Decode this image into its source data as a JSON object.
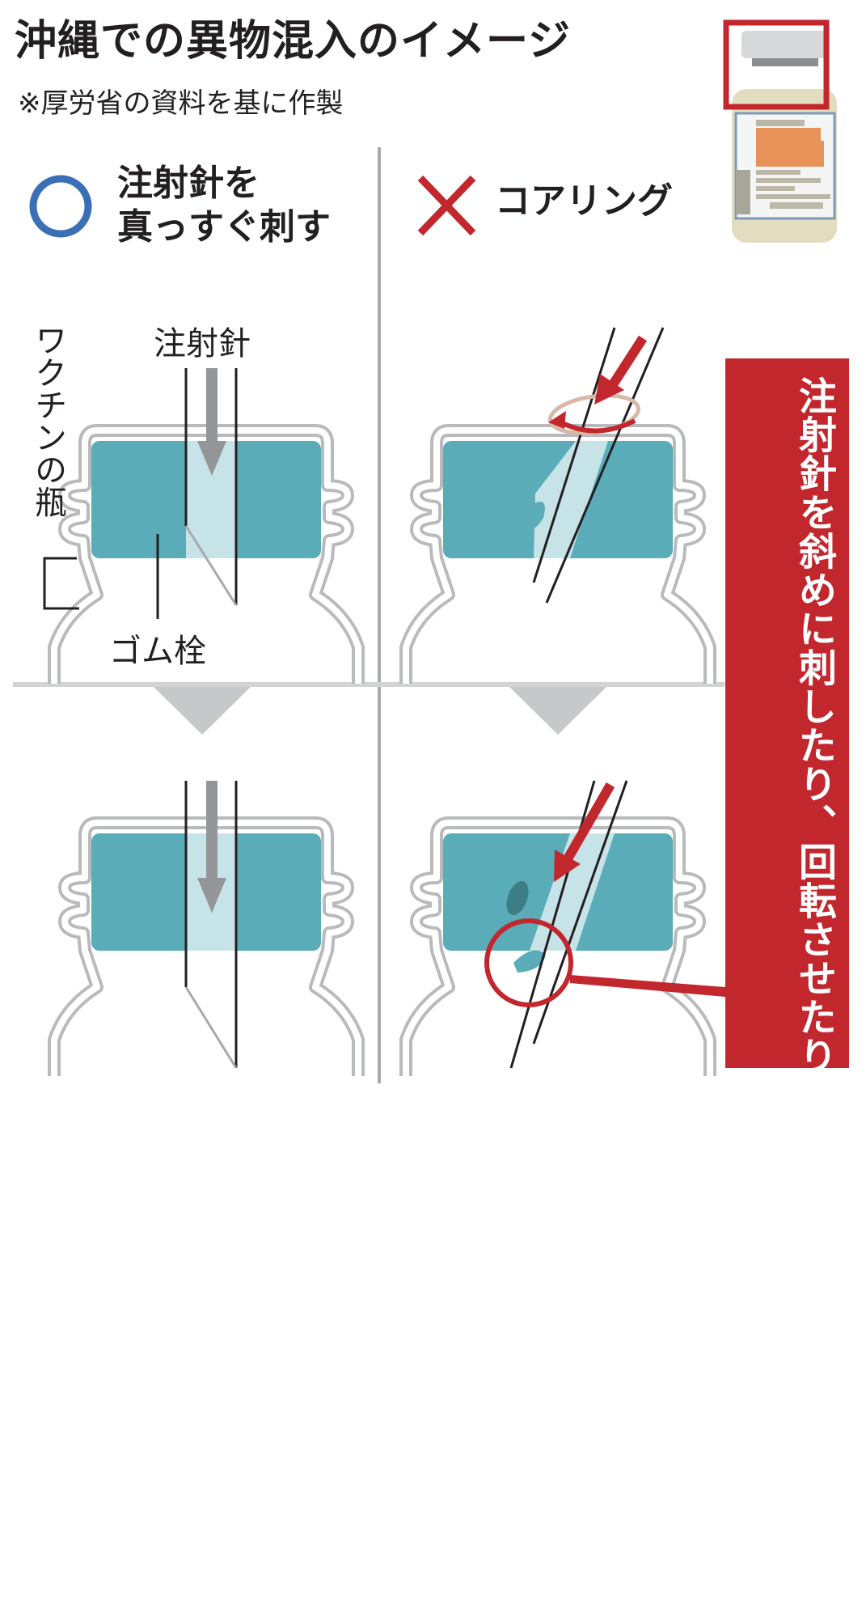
{
  "title": "沖縄での異物混入のイメージ",
  "subtitle": "※厚労省の資料を基に作製",
  "header": {
    "left_line1": "注射針を",
    "left_line2": "真っすぐ刺す",
    "right": "コアリング",
    "left_icon": "correct-circle-icon",
    "right_icon": "wrong-cross-icon"
  },
  "labels": {
    "needle": "注射針",
    "vial": "ワクチンの瓶",
    "stopper": "ゴム栓"
  },
  "callout": "注射針を斜めに刺したり、回転させたりすると、ゴム栓が削り取られる",
  "colors": {
    "red": "#c1272d",
    "blue": "#3a6fb5",
    "teal": "#5aacb8",
    "gray": "#e6e7e8"
  }
}
